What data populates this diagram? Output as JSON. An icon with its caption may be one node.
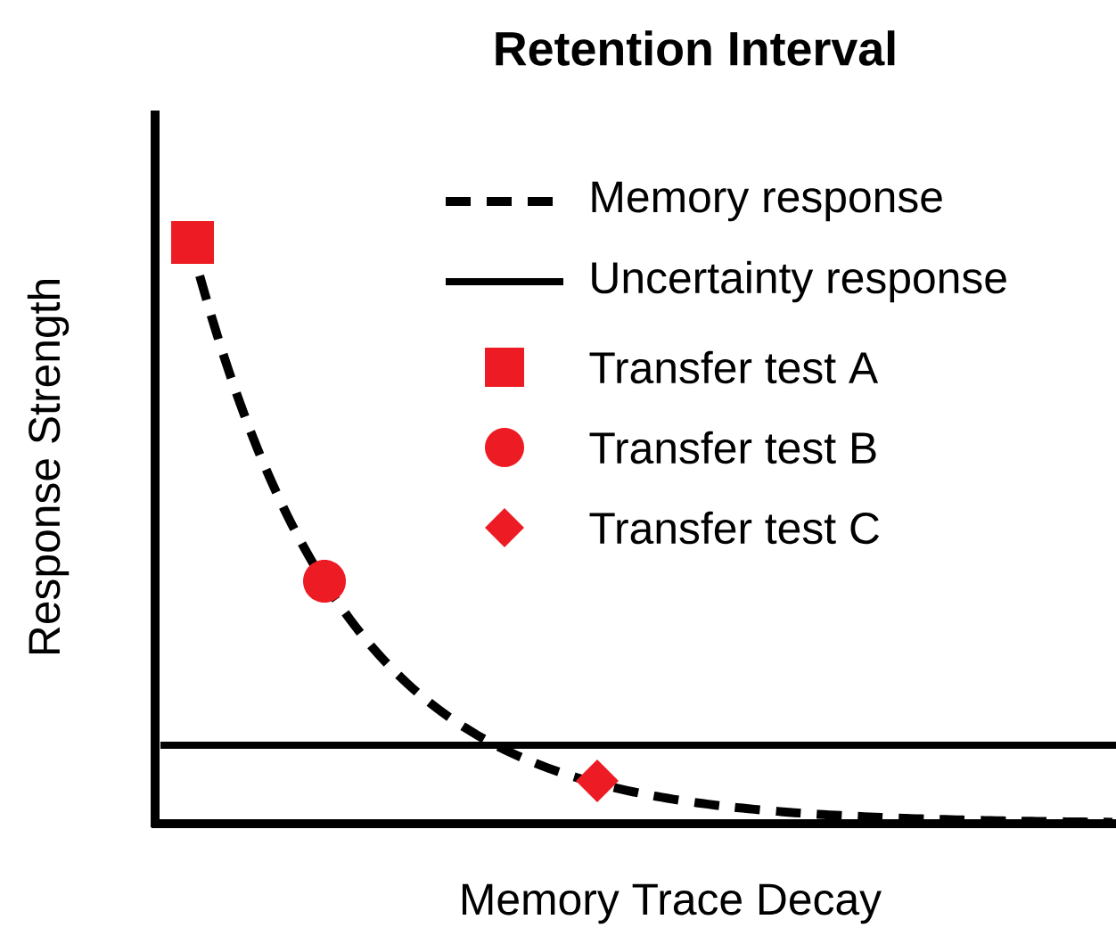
{
  "diagram": {
    "title": "Retention Interval",
    "labels": [
      "Response Strength",
      "Memory Trace Decay"
    ],
    "legend": [
      {
        "text": "Memory response"
      },
      {
        "text": "Uncertainty response"
      },
      {
        "text": "Transfer test A"
      },
      {
        "text": "Transfer test B"
      },
      {
        "text": "Transfer test C"
      }
    ]
  }
}
